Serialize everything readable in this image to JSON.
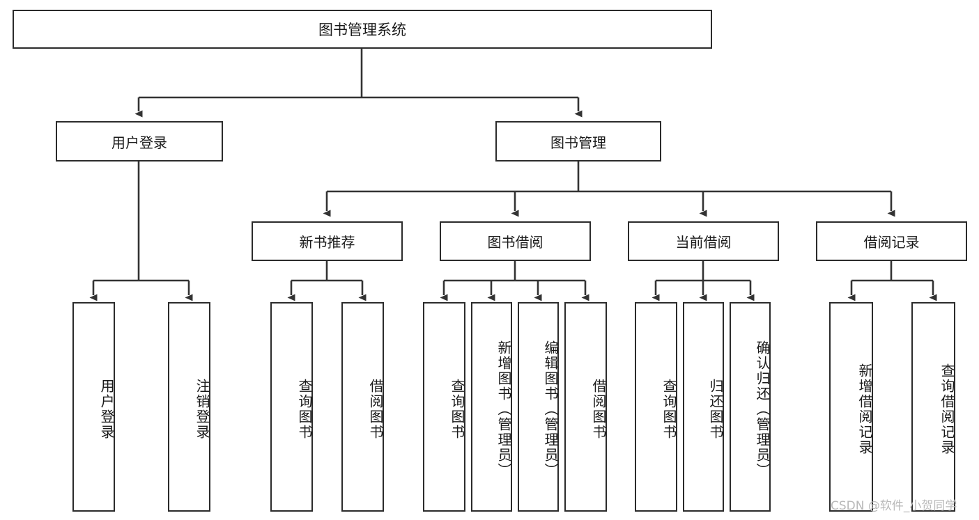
{
  "diagram": {
    "type": "tree-hierarchy-chart",
    "title": "图书管理系统",
    "colors": {
      "box_border": "#2b2b2b",
      "box_fill": "#ffffff",
      "connector": "#333333",
      "text": "#1a1a1a",
      "watermark": "#b9b9b9"
    },
    "root": {
      "label": "图书管理系统"
    },
    "level2": [
      {
        "id": "user-login",
        "label": "用户登录"
      },
      {
        "id": "book-manage",
        "label": "图书管理"
      }
    ],
    "level3": [
      {
        "id": "new-book-recommend",
        "label": "新书推荐"
      },
      {
        "id": "book-borrow",
        "label": "图书借阅"
      },
      {
        "id": "current-borrow",
        "label": "当前借阅"
      },
      {
        "id": "borrow-record",
        "label": "借阅记录"
      }
    ],
    "leaves": {
      "user_login": [
        {
          "id": "leaf-user-login",
          "label": "用户登录"
        },
        {
          "id": "leaf-logout-login",
          "label": "注销登录"
        }
      ],
      "new_book_recommend": [
        {
          "id": "leaf-query-book-1",
          "label": "查询图书"
        },
        {
          "id": "leaf-borrow-book-1",
          "label": "借阅图书"
        }
      ],
      "book_borrow": [
        {
          "id": "leaf-query-book-2",
          "label": "查询图书"
        },
        {
          "id": "leaf-add-book",
          "label": "新增图书（管理员）"
        },
        {
          "id": "leaf-edit-book",
          "label": "编辑图书（管理员）"
        },
        {
          "id": "leaf-borrow-book-2",
          "label": "借阅图书"
        }
      ],
      "current_borrow": [
        {
          "id": "leaf-query-book-3",
          "label": "查询图书"
        },
        {
          "id": "leaf-return-book",
          "label": "归还图书"
        },
        {
          "id": "leaf-confirm-return",
          "label": "确认归还（管理员）"
        }
      ],
      "borrow_record": [
        {
          "id": "leaf-add-record",
          "label": "新增借阅记录"
        },
        {
          "id": "leaf-query-record",
          "label": "查询借阅记录"
        }
      ]
    },
    "watermark": "CSDN @软件_小贺同学"
  }
}
